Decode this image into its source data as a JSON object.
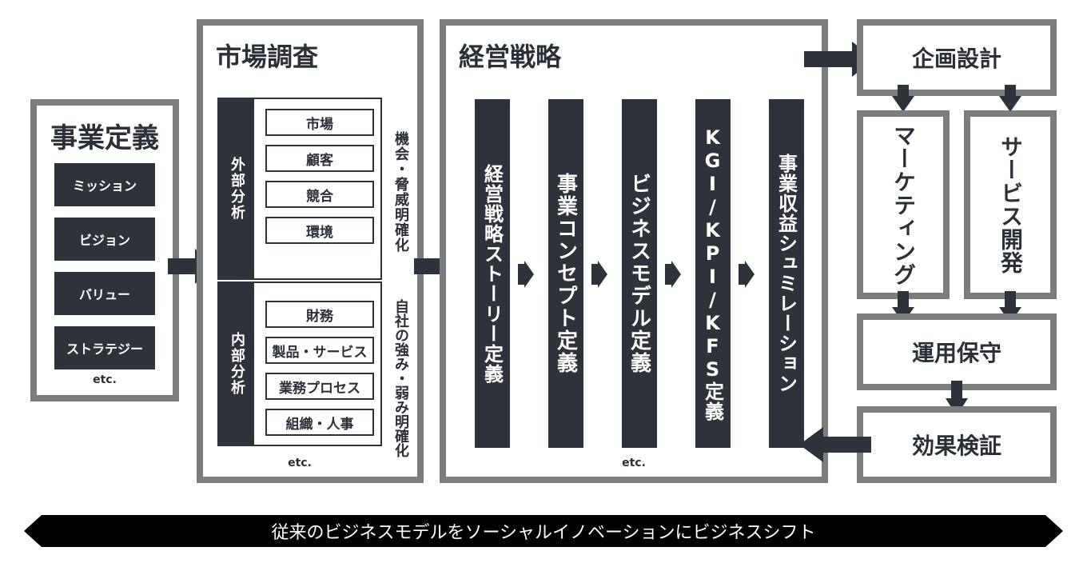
{
  "business_definition": {
    "title": "事業定義",
    "items": [
      "ミッション",
      "ビジョン",
      "バリュー",
      "ストラテジー"
    ],
    "etc": "etc."
  },
  "market_research": {
    "title": "市場調査",
    "external": {
      "label": "外部分析",
      "items": [
        "市場",
        "顧客",
        "競合",
        "環境"
      ],
      "note": "機会・脅威明確化"
    },
    "internal": {
      "label": "内部分析",
      "items": [
        "財務",
        "製品・サービス",
        "業務プロセス",
        "組織・人事"
      ],
      "note": "自社の強み・弱み明確化"
    },
    "etc": "etc."
  },
  "strategy": {
    "title": "経営戦略",
    "columns": [
      "経営戦略ストーリー定義",
      "事業コンセプト定義",
      "ビジネスモデル定義",
      "KGI/KPI/KFS定義",
      "事業収益シュミレーション"
    ],
    "etc": "etc."
  },
  "planning": {
    "title": "企画設計",
    "marketing": "マーケティング",
    "service_dev": "サービス開発",
    "operation": "運用保守",
    "verification": "効果検証"
  },
  "banner": "従来のビジネスモデルをソーシャルイノベーションにビジネスシフト",
  "colors": {
    "dark": "#2e323b",
    "frame": "#7d7d7d",
    "background": "#ffffff"
  }
}
